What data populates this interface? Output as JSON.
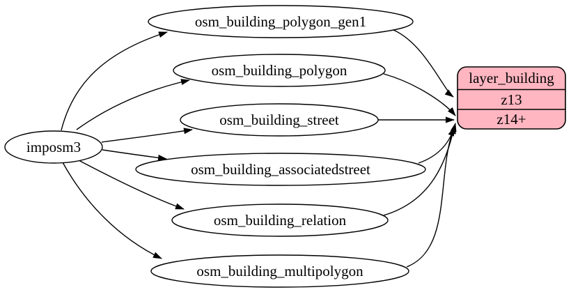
{
  "colors": {
    "background": "#ffffff",
    "edge_stroke": "#000000",
    "table_node_fill": "#ffffff",
    "layer_node_fill": "#ffb6c1"
  },
  "source": {
    "label": "imposm3"
  },
  "tables": [
    {
      "label": "osm_building_polygon_gen1"
    },
    {
      "label": "osm_building_polygon"
    },
    {
      "label": "osm_building_street"
    },
    {
      "label": "osm_building_associatedstreet"
    },
    {
      "label": "osm_building_relation"
    },
    {
      "label": "osm_building_multipolygon"
    }
  ],
  "layer": {
    "title": "layer_building",
    "rows": [
      {
        "label": "z13"
      },
      {
        "label": "z14+"
      }
    ]
  },
  "edges": [
    {
      "from": "imposm3",
      "to": "osm_building_polygon_gen1"
    },
    {
      "from": "imposm3",
      "to": "osm_building_polygon"
    },
    {
      "from": "imposm3",
      "to": "osm_building_street"
    },
    {
      "from": "imposm3",
      "to": "osm_building_associatedstreet"
    },
    {
      "from": "imposm3",
      "to": "osm_building_relation"
    },
    {
      "from": "imposm3",
      "to": "osm_building_multipolygon"
    },
    {
      "from": "osm_building_polygon_gen1",
      "to": "z13"
    },
    {
      "from": "osm_building_polygon",
      "to": "z14+"
    },
    {
      "from": "osm_building_street",
      "to": "z14+"
    },
    {
      "from": "osm_building_associatedstreet",
      "to": "z14+"
    },
    {
      "from": "osm_building_relation",
      "to": "z14+"
    },
    {
      "from": "osm_building_multipolygon",
      "to": "z14+"
    }
  ]
}
